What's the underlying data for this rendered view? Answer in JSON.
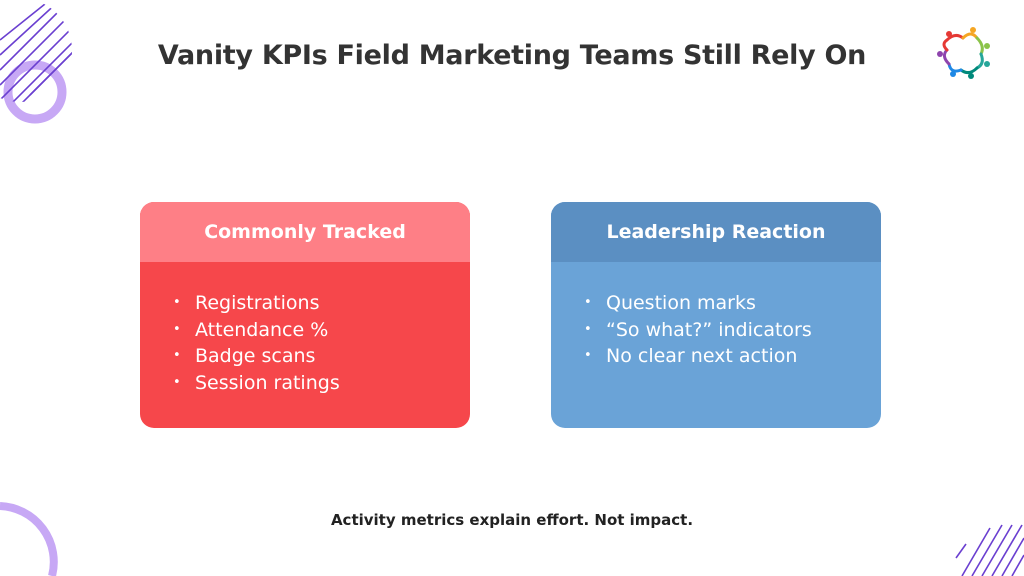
{
  "title": "Vanity KPIs Field Marketing Teams Still Rely On",
  "cards": [
    {
      "heading": "Commonly Tracked",
      "items": [
        "Registrations",
        "Attendance %",
        "Badge scans",
        "Session ratings"
      ],
      "color": "#f6474b",
      "header_color": "#fe7f86"
    },
    {
      "heading": "Leadership Reaction",
      "items": [
        "Question marks",
        "“So what?” indicators",
        "No clear next action"
      ],
      "color": "#6aa3d7",
      "header_color": "#5b8fc2"
    }
  ],
  "footer": "Activity metrics explain effort. Not impact."
}
